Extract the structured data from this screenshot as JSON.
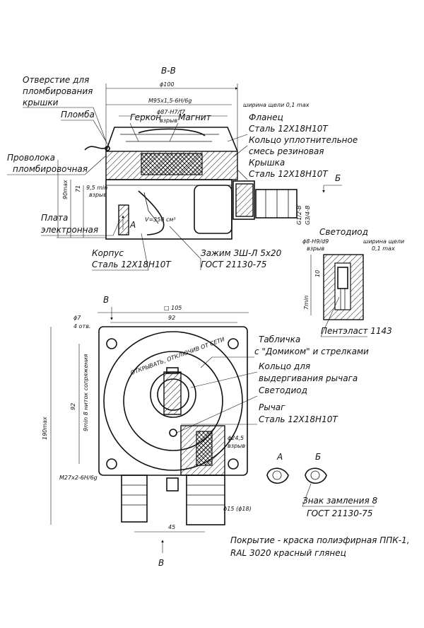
{
  "drawing": {
    "section_label": "В-В",
    "view_b_label": "Б",
    "view_v_label": "В",
    "view_a_label": "А",
    "top_labels": {
      "seal_hole": [
        "Отверстие для",
        "пломбирования",
        "крышки"
      ],
      "seal": "Пломба",
      "reed": "Геркон",
      "magnet": "Магнит",
      "flange": [
        "Фланец",
        "Сталь 12Х18Н10Т"
      ],
      "o_ring": [
        "Кольцо уплотнительное",
        "смесь резиновая"
      ],
      "cover": [
        "Крышка",
        "Сталь 12Х18Н10Т"
      ],
      "wire": [
        "Проволока",
        "пломбировочная"
      ],
      "plate": [
        "Плата",
        "электронная"
      ],
      "body": [
        "Корпус",
        "Сталь 12Х18Н10Т"
      ],
      "clamp": [
        "Зажим ЗШ-Л 5х20",
        "ГОСТ 21130-75"
      ],
      "led_view": "Светодиод",
      "pentelast": "Пентэласт 1143"
    },
    "top_dims": {
      "d100": "ϕ100",
      "m95": "М95х1,5-6Н/6g",
      "d87": "ϕ87-Н7/f7",
      "explos": "взрыв",
      "gap": [
        "ширина щели 0,1 max"
      ],
      "h90": "90max",
      "h71": "71",
      "min95": "9,5 min",
      "vol": "V=350 см³",
      "g12": "G1/2-В",
      "g34": "G3/4-В",
      "d8": "ϕ8-Н9/d9",
      "gap2": [
        "ширина щели",
        "0,1 max"
      ],
      "d10": "10",
      "d7": "7min"
    },
    "bottom_labels": {
      "plate_sign": [
        "Табличка",
        "с \"Домиком\" и стрелками"
      ],
      "ring": [
        "Кольцо для",
        "выдергивания рычага"
      ],
      "led": "Светодиод",
      "lever": [
        "Рычаг",
        "Сталь 12Х18Н10Т"
      ],
      "ground": [
        "Знак замления 8",
        "ГОСТ 21130-75"
      ],
      "coating": [
        "Покрытие - краска полиэфирная ППК-1,",
        "RAL 3020 красный глянец"
      ],
      "ring_text": "ОТКРЫВАТЬ, ОТКЛЮЧИВ ОТ СЕТИ"
    },
    "bottom_dims": {
      "sq105": "□ 105",
      "w92": "92",
      "h92": "92",
      "h190": "190max",
      "hole": [
        "ϕ7",
        "4 отв."
      ],
      "m27": "М27х2-6Н/6g",
      "d245": [
        "ϕ24,5",
        "взрыв"
      ],
      "d15": "ϕ15 (ϕ18)",
      "w45": "45",
      "nine": "9min 8 ниток сопряжения"
    }
  }
}
